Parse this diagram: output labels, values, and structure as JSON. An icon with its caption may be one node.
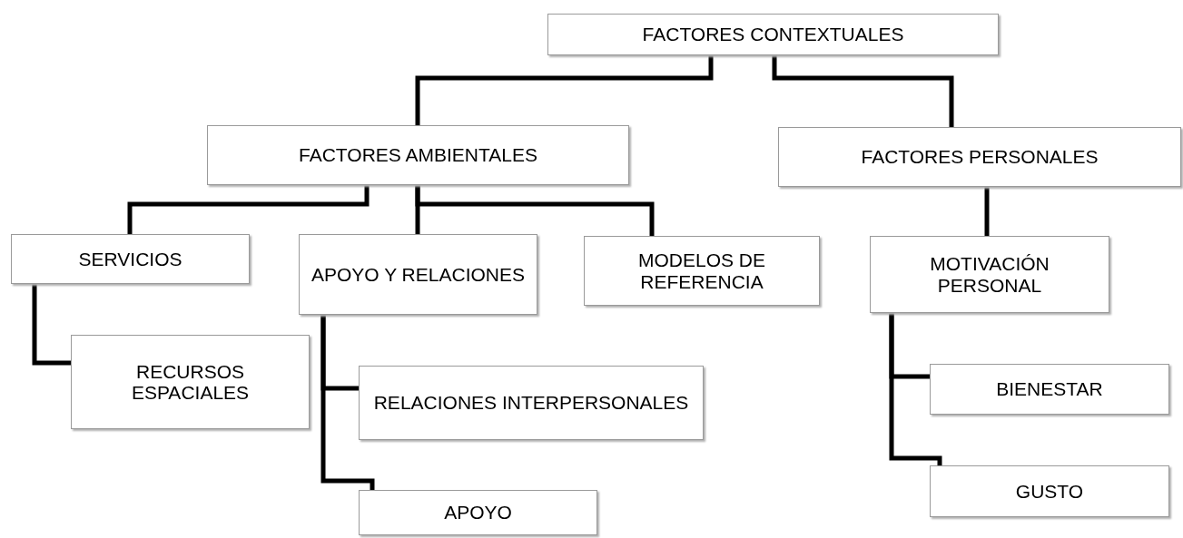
{
  "diagram": {
    "nodes": [
      {
        "text": [
          "FACTORES CONTEXTUALES"
        ]
      },
      {
        "text": [
          "FACTORES AMBIENTALES"
        ]
      },
      {
        "text": [
          "FACTORES PERSONALES"
        ]
      },
      {
        "text": [
          "SERVICIOS"
        ]
      },
      {
        "text": [
          "APOYO Y RELACIONES"
        ]
      },
      {
        "text": [
          "MODELOS DE REFERENCIA"
        ]
      },
      {
        "text": [
          "MOTIVACIÓN PERSONAL"
        ]
      },
      {
        "text": [
          "RECURSOS ESPACIALES"
        ]
      },
      {
        "text": [
          "RELACIONES INTERPERSONALES"
        ]
      },
      {
        "text": [
          "APOYO"
        ]
      },
      {
        "text": [
          "BIENESTAR"
        ]
      },
      {
        "text": [
          "GUSTO"
        ]
      }
    ],
    "edges": [
      {
        "from": 0,
        "to": 1,
        "arrow": "none"
      },
      {
        "from": 0,
        "to": 2,
        "arrow": "none"
      },
      {
        "from": 1,
        "to": 3,
        "arrow": "none"
      },
      {
        "from": 1,
        "to": 4,
        "arrow": "none"
      },
      {
        "from": 1,
        "to": 5,
        "arrow": "none"
      },
      {
        "from": 2,
        "to": 6,
        "arrow": "none"
      },
      {
        "from": 3,
        "to": 7,
        "arrow": "none"
      },
      {
        "from": 4,
        "to": 8,
        "arrow": "none"
      },
      {
        "from": 4,
        "to": 9,
        "arrow": "none"
      },
      {
        "from": 6,
        "to": 10,
        "arrow": "none"
      },
      {
        "from": 6,
        "to": 11,
        "arrow": "none"
      }
    ]
  }
}
